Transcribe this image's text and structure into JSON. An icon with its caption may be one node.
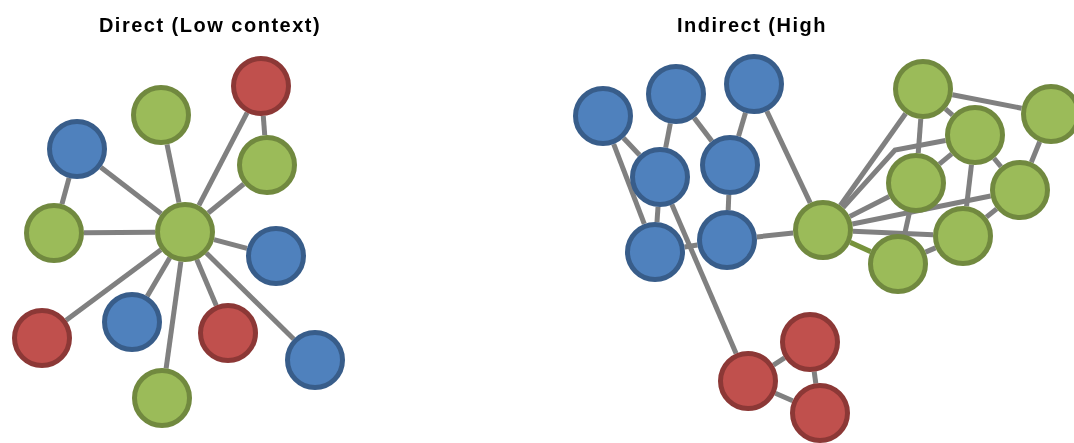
{
  "diagram": {
    "nodes": [
      {
        "text": [],
        "shape": "circle"
      },
      {
        "text": [],
        "shape": "circle"
      },
      {
        "text": [],
        "shape": "circle"
      },
      {
        "text": [],
        "shape": "circle"
      },
      {
        "text": [],
        "shape": "circle"
      },
      {
        "text": [],
        "shape": "circle"
      },
      {
        "text": [],
        "shape": "circle"
      },
      {
        "text": [],
        "shape": "circle"
      },
      {
        "text": [],
        "shape": "circle"
      },
      {
        "text": [],
        "shape": "circle"
      },
      {
        "text": [],
        "shape": "circle"
      },
      {
        "text": [],
        "shape": "circle"
      },
      {
        "text": [],
        "shape": "circle"
      },
      {
        "text": [],
        "shape": "circle"
      },
      {
        "text": [],
        "shape": "circle"
      },
      {
        "text": [],
        "shape": "circle"
      },
      {
        "text": [],
        "shape": "circle"
      },
      {
        "text": [],
        "shape": "circle"
      },
      {
        "text": [],
        "shape": "circle"
      },
      {
        "text": [],
        "shape": "circle"
      },
      {
        "text": [],
        "shape": "circle"
      },
      {
        "text": [],
        "shape": "circle"
      },
      {
        "text": [],
        "shape": "circle"
      },
      {
        "text": [],
        "shape": "circle"
      },
      {
        "text": [],
        "shape": "circle"
      },
      {
        "text": [],
        "shape": "circle"
      },
      {
        "text": [],
        "shape": "circle"
      },
      {
        "text": [],
        "shape": "circle"
      },
      {
        "text": [],
        "shape": "circle"
      },
      {
        "text": [],
        "shape": "circle"
      }
    ],
    "edges": [
      {
        "from": 0,
        "to": 1,
        "arrow": "none"
      },
      {
        "from": 0,
        "to": 2,
        "arrow": "none"
      },
      {
        "from": 0,
        "to": 3,
        "arrow": "none"
      },
      {
        "from": 0,
        "to": 4,
        "arrow": "none"
      },
      {
        "from": 0,
        "to": 5,
        "arrow": "none"
      },
      {
        "from": 0,
        "to": 6,
        "arrow": "none"
      },
      {
        "from": 0,
        "to": 7,
        "arrow": "none"
      },
      {
        "from": 0,
        "to": 8,
        "arrow": "none"
      },
      {
        "from": 0,
        "to": 9,
        "arrow": "none"
      },
      {
        "from": 0,
        "to": 10,
        "arrow": "none"
      },
      {
        "from": 0,
        "to": 11,
        "arrow": "none"
      },
      {
        "from": 1,
        "to": 5,
        "arrow": "none"
      },
      {
        "from": 3,
        "to": 4,
        "arrow": "none"
      },
      {
        "from": 12,
        "to": 15,
        "arrow": "none"
      },
      {
        "from": 12,
        "to": 17,
        "arrow": "none"
      },
      {
        "from": 13,
        "to": 15,
        "arrow": "none"
      },
      {
        "from": 13,
        "to": 16,
        "arrow": "none"
      },
      {
        "from": 14,
        "to": 16,
        "arrow": "none"
      },
      {
        "from": 14,
        "to": 19,
        "arrow": "none"
      },
      {
        "from": 15,
        "to": 17,
        "arrow": "none"
      },
      {
        "from": 15,
        "to": 28,
        "arrow": "none"
      },
      {
        "from": 16,
        "to": 18,
        "arrow": "none"
      },
      {
        "from": 17,
        "to": 18,
        "arrow": "none"
      },
      {
        "from": 18,
        "to": 19,
        "arrow": "none"
      },
      {
        "from": 19,
        "to": 20,
        "arrow": "none"
      },
      {
        "from": 19,
        "to": 23,
        "arrow": "none"
      },
      {
        "from": 19,
        "to": 22,
        "arrow": "none"
      },
      {
        "from": 19,
        "to": 24,
        "arrow": "none"
      },
      {
        "from": 19,
        "to": 25,
        "arrow": "none"
      },
      {
        "from": 19,
        "to": 26,
        "arrow": "none",
        "color": "#77933c"
      },
      {
        "from": 20,
        "to": 21,
        "arrow": "none"
      },
      {
        "from": 20,
        "to": 22,
        "arrow": "none"
      },
      {
        "from": 20,
        "to": 23,
        "arrow": "none"
      },
      {
        "from": 22,
        "to": 23,
        "arrow": "none"
      },
      {
        "from": 22,
        "to": 25,
        "arrow": "none"
      },
      {
        "from": 22,
        "to": 24,
        "arrow": "none"
      },
      {
        "from": 21,
        "to": 24,
        "arrow": "none"
      },
      {
        "from": 23,
        "to": 26,
        "arrow": "none"
      },
      {
        "from": 24,
        "to": 25,
        "arrow": "none"
      },
      {
        "from": 25,
        "to": 26,
        "arrow": "none"
      },
      {
        "from": 27,
        "to": 28,
        "arrow": "none"
      },
      {
        "from": 27,
        "to": 29,
        "arrow": "none"
      },
      {
        "from": 28,
        "to": 29,
        "arrow": "none"
      }
    ],
    "labels": [
      "Direct (Low context)",
      "Indirect (High"
    ]
  }
}
